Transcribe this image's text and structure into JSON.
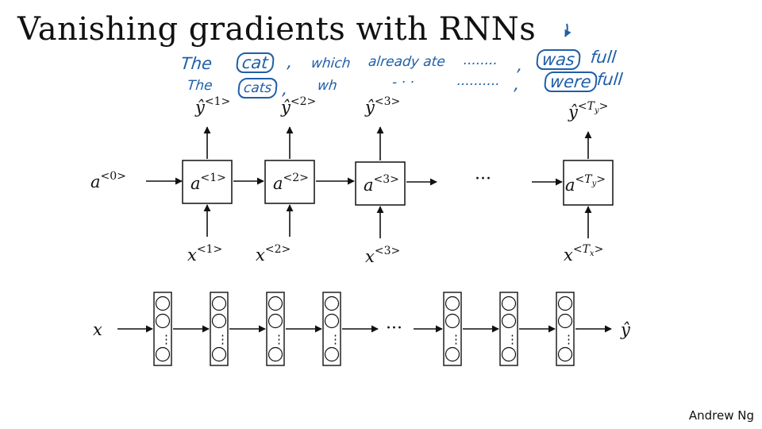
{
  "title": "Vanishing gradients with RNNs",
  "credit": "Andrew Ng",
  "annotations": {
    "line1": [
      "The",
      "cat",
      ",",
      "which",
      "already ate",
      "........",
      ",",
      "was",
      "full"
    ],
    "line2": [
      "The",
      "cats",
      ",",
      "wh",
      "- · ·",
      "..........",
      ",",
      "were",
      "full"
    ]
  },
  "rnn": {
    "a0": "a",
    "a0_sup": "<0>",
    "cells": [
      {
        "a": "a",
        "a_sup": "<1>",
        "y": "ŷ",
        "y_sup": "<1>",
        "x": "x",
        "x_sup": "<1>"
      },
      {
        "a": "a",
        "a_sup": "<2>",
        "y": "ŷ",
        "y_sup": "<2>",
        "x": "x",
        "x_sup": "<2>"
      },
      {
        "a": "a",
        "a_sup": "<3>",
        "y": "ŷ",
        "y_sup": "<3>",
        "x": "x",
        "x_sup": "<3>"
      }
    ],
    "ellipsis": "···",
    "last": {
      "a": "a",
      "y": "ŷ",
      "x": "x",
      "T": "T",
      "sub_y": "y",
      "sub_x": "x"
    }
  },
  "deepnet": {
    "input": "x",
    "output": "ŷ",
    "ellipsis": "···",
    "layer_dots": "⋮"
  }
}
